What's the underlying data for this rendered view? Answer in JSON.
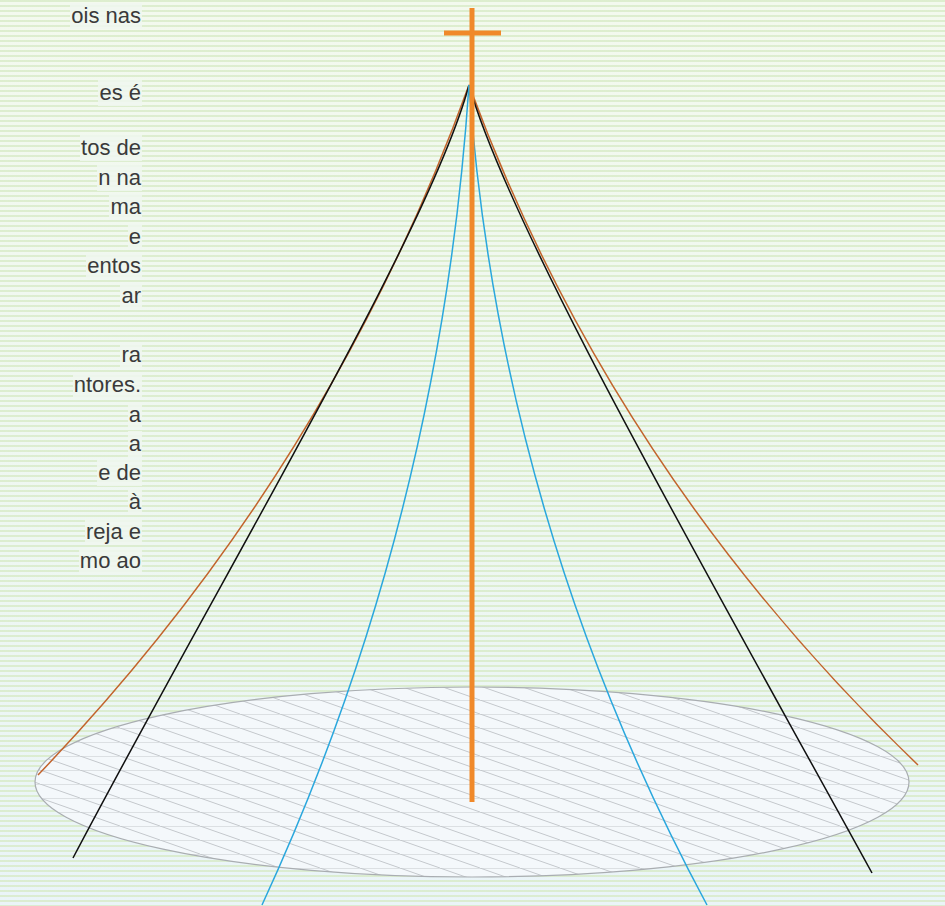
{
  "diagram": {
    "labels": [
      "ois nas",
      "es é",
      "tos de",
      "n na",
      "ma",
      "e",
      "entos",
      "ar",
      "ra",
      "ntores.",
      "a",
      "a",
      "e de",
      "à",
      "reja e",
      "mo ao"
    ]
  }
}
